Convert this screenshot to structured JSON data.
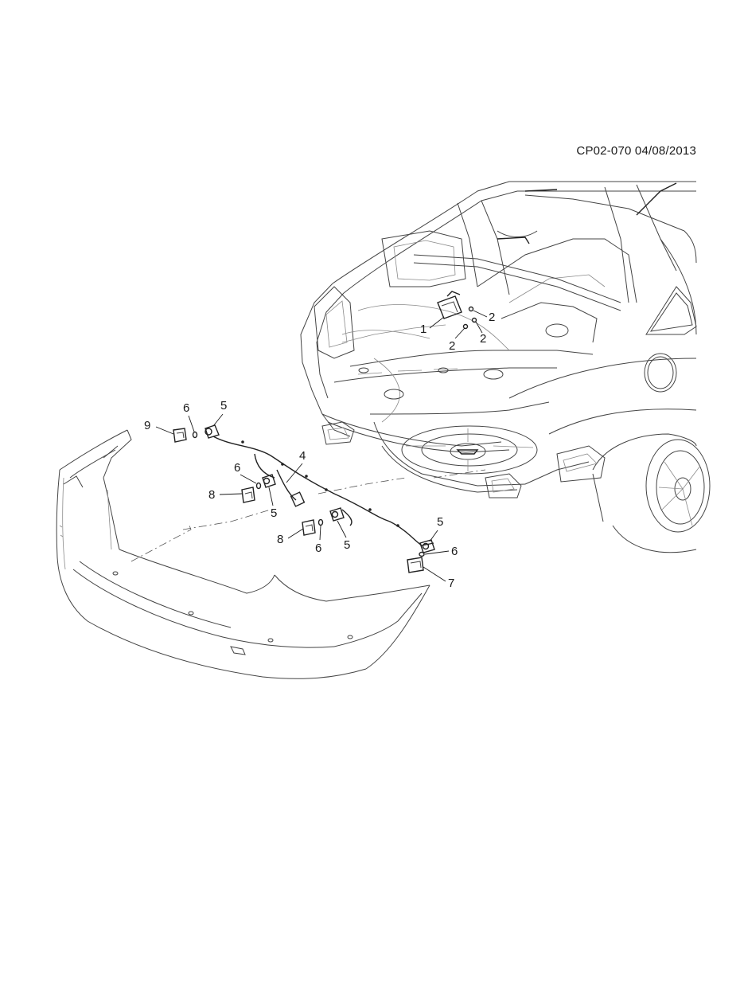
{
  "drawing_code": "CP02-070 04/08/2013",
  "callouts": [
    "1",
    "2",
    "2",
    "2",
    "4",
    "5",
    "5",
    "5",
    "5",
    "6",
    "6",
    "6",
    "6",
    "7",
    "8",
    "8",
    "9"
  ]
}
